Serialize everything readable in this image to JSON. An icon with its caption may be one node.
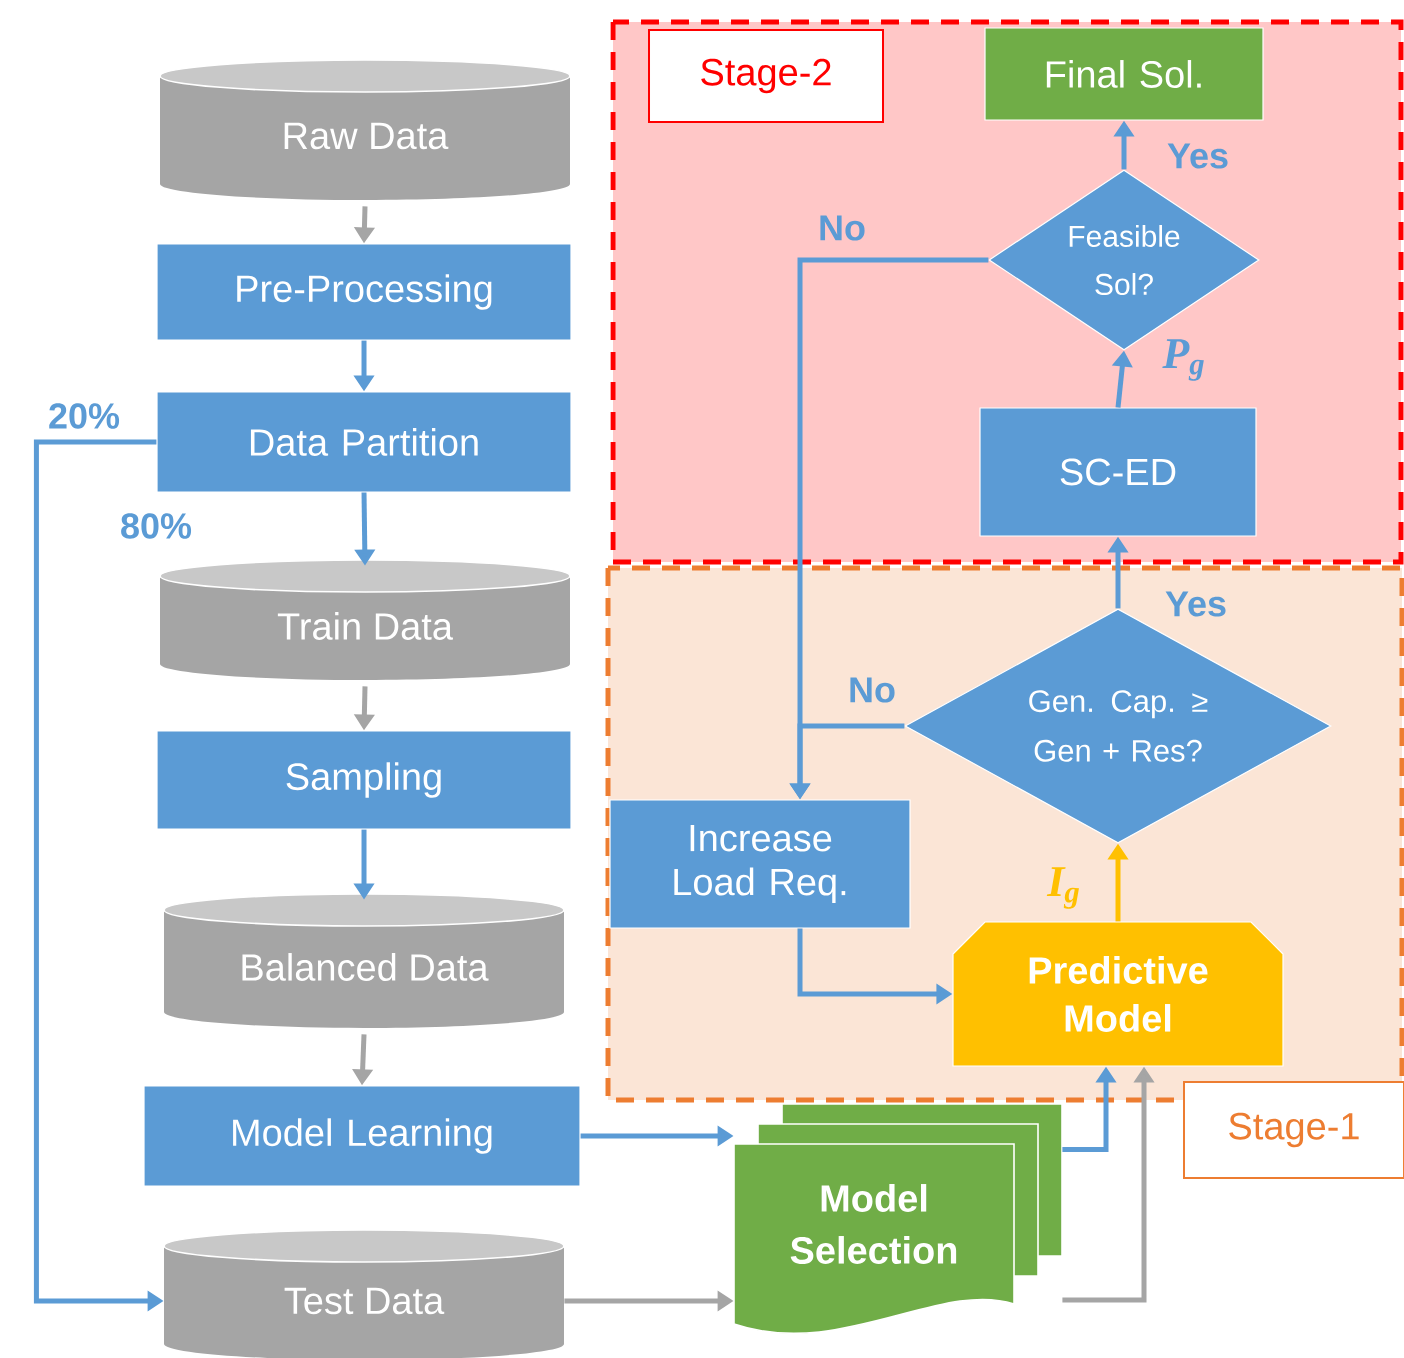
{
  "diagram": {
    "nodes": [
      {
        "text": [
          "Raw Data"
        ]
      },
      {
        "text": [
          "Pre-Processing"
        ]
      },
      {
        "text": [
          "Data Partition"
        ]
      },
      {
        "text": [
          "Train Data"
        ]
      },
      {
        "text": [
          "Sampling"
        ]
      },
      {
        "text": [
          "Balanced Data"
        ]
      },
      {
        "text": [
          "Model Learning"
        ]
      },
      {
        "text": [
          "Test Data"
        ]
      },
      {
        "text": [
          "Stage-2"
        ]
      },
      {
        "text": [
          "Final Sol."
        ],
        "in": 8
      },
      {
        "text": [
          "Feasible Sol?"
        ],
        "in": 8
      },
      {
        "text": [
          "SC-ED"
        ],
        "in": 8
      },
      {
        "text": [
          "Stage-1"
        ]
      },
      {
        "text": [
          "Gen. Cap. ≥ Gen + Res?"
        ],
        "in": 12
      },
      {
        "text": [
          "Increase Load Req."
        ],
        "in": 12
      },
      {
        "text": [
          "Predictive Model"
        ],
        "in": 12
      },
      {
        "text": [
          "Model Selection"
        ]
      }
    ],
    "edges": [
      {
        "from": 0,
        "to": 1,
        "arrow": "to",
        "color": "#a5a5a5"
      },
      {
        "from": 1,
        "to": 2,
        "arrow": "to"
      },
      {
        "from": 2,
        "to": 3,
        "arrow": "to",
        "label": "80%"
      },
      {
        "from": 2,
        "to": 7,
        "arrow": "to",
        "label": "20%"
      },
      {
        "from": 3,
        "to": 4,
        "arrow": "to",
        "color": "#a5a5a5"
      },
      {
        "from": 4,
        "to": 5,
        "arrow": "to"
      },
      {
        "from": 5,
        "to": 6,
        "arrow": "to",
        "color": "#a5a5a5"
      },
      {
        "from": 6,
        "to": 16,
        "arrow": "to"
      },
      {
        "from": 7,
        "to": 16,
        "arrow": "to",
        "color": "#a5a5a5"
      },
      {
        "from": 16,
        "to": 15,
        "arrow": "to"
      },
      {
        "from": 16,
        "to": 15,
        "arrow": "to",
        "color": "#a5a5a5"
      },
      {
        "from": 15,
        "to": 13,
        "arrow": "to",
        "label": "I$_{g}$",
        "color": "#ffc000"
      },
      {
        "from": 14,
        "to": 15,
        "arrow": "to"
      },
      {
        "from": 13,
        "to": 14,
        "arrow": "to",
        "label": "No"
      },
      {
        "from": 10,
        "to": 14,
        "arrow": "to",
        "label": "No"
      },
      {
        "from": 13,
        "to": 11,
        "arrow": "to",
        "label": "Yes"
      },
      {
        "from": 11,
        "to": 10,
        "arrow": "to",
        "label": "P$_{g}$"
      },
      {
        "from": 10,
        "to": 9,
        "arrow": "to",
        "label": "Yes"
      }
    ]
  }
}
